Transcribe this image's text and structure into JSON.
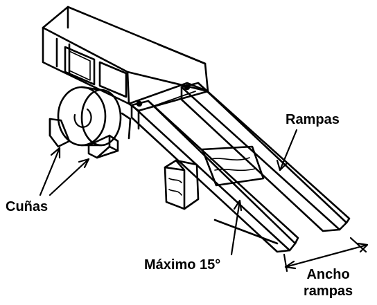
{
  "labels": {
    "ramps": "Rampas",
    "wedges": "Cuñas",
    "max_angle": "Máximo 15°",
    "ramp_width_line1": "Ancho",
    "ramp_width_line2": "rampas"
  },
  "colors": {
    "ink": "#000000",
    "background": "#ffffff"
  }
}
